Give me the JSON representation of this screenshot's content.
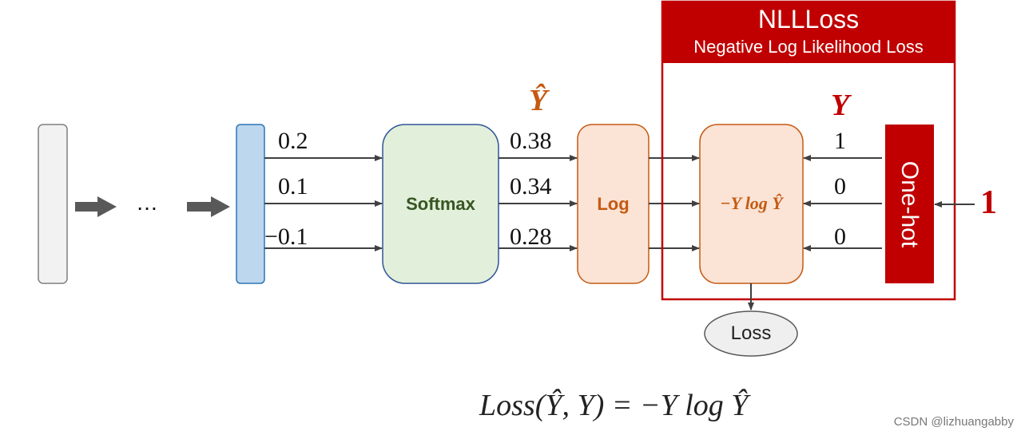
{
  "nll_box": {
    "title": "NLLLoss",
    "subtitle": "Negative Log Likelihood Loss"
  },
  "ellipsis": "…",
  "logits": [
    "0.2",
    "0.1",
    "−0.1"
  ],
  "y_hat_label": "Ŷ",
  "y_label": "Y",
  "softmax_label": "Softmax",
  "probs": [
    "0.38",
    "0.34",
    "0.28"
  ],
  "log_label": "Log",
  "product_label": "−Y log Ŷ",
  "targets": [
    "1",
    "0",
    "0"
  ],
  "onehot_label": "One-hot",
  "class_input": "1",
  "loss_label": "Loss",
  "formula": "Loss(Ŷ, Y) = −Y log Ŷ",
  "watermark": "CSDN @lizhuangabby",
  "colors": {
    "nll_red": "#c00000",
    "softmax_fill": "#e2efda",
    "softmax_text": "#375623",
    "log_fill": "#fbe3d6",
    "log_text": "#c55a11",
    "vector_fill": "#bdd7ee",
    "input_fill": "#f2f2f2",
    "arrow": "#404040"
  }
}
